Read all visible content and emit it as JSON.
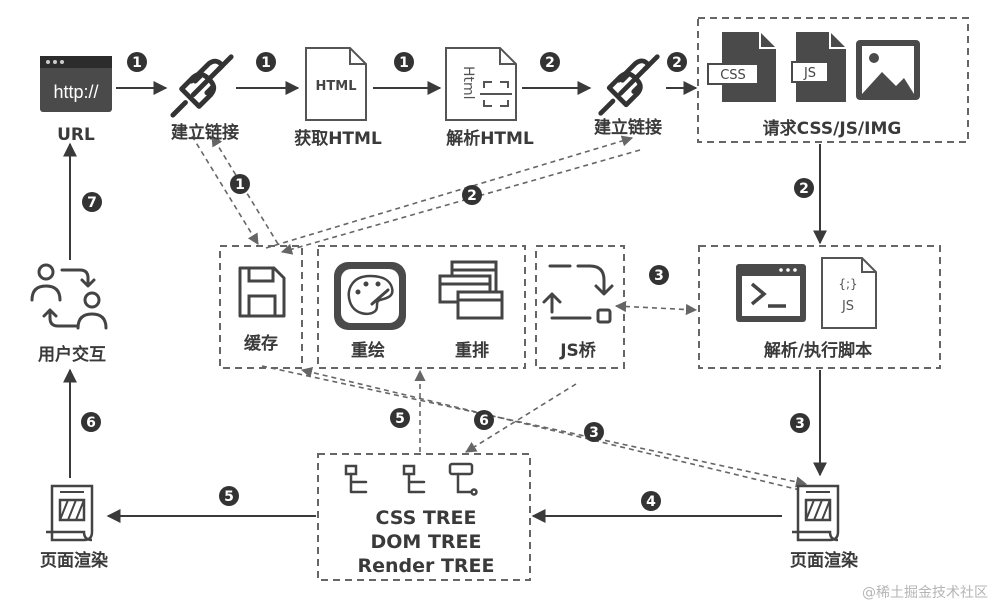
{
  "title": "",
  "nodes": {
    "url": "URL",
    "connect1": "建立链接",
    "fetch_html": "获取HTML",
    "parse_html": "解析HTML",
    "connect2": "建立链接",
    "request_assets": "请求CSS/JS/IMG",
    "cache": "缓存",
    "repaint": "重绘",
    "reflow": "重排",
    "js_bridge": "JS桥",
    "exec_script": "解析/执行脚本",
    "user_interaction": "用户交互",
    "render_right": "页面渲染",
    "render_left": "页面渲染",
    "trees": [
      "CSS TREE",
      "DOM TREE",
      "Render TREE"
    ]
  },
  "icon_text": {
    "browser": "http://",
    "html_doc": "HTML",
    "html_vertical": "Html",
    "css": "CSS",
    "js": "JS",
    "js_code_top": "{;}",
    "js_code_bottom": "JS"
  },
  "step_badges": {
    "b1": "1",
    "b2": "1",
    "b3": "1",
    "b4": "2",
    "b5": "2",
    "b6": "1",
    "b7": "2",
    "b8": "2",
    "b9": "3",
    "b10": "3",
    "b11": "3",
    "b12": "4",
    "b13": "5",
    "b14": "5",
    "b15": "6",
    "b16": "6",
    "b17": "7"
  },
  "watermark": "@稀土掘金技术社区",
  "colors": {
    "ink": "#3a3a3a",
    "dashed": "#666666",
    "badge": "#333333",
    "icon_fill": "#4a4a4a"
  }
}
